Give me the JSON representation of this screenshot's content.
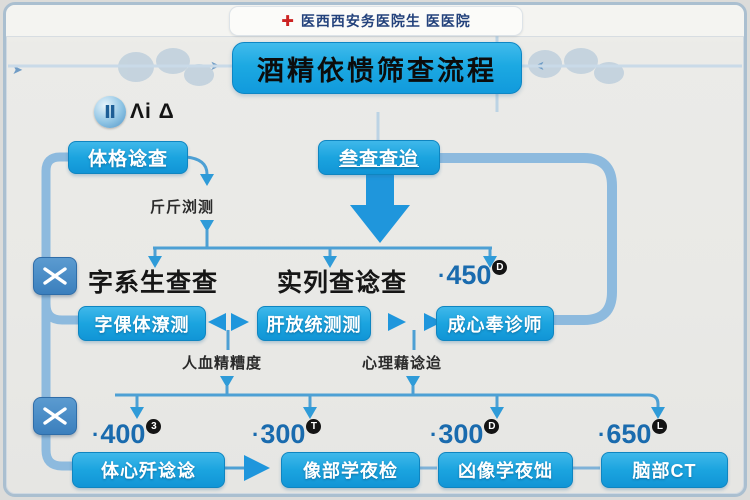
{
  "colors": {
    "accent_blue": "#1ca9e2",
    "box_blue": "#1ba4df",
    "connector_thick": "#8dbade",
    "connector_thin": "#4da0d4",
    "number_blue": "#1a6bae",
    "cross_red": "#cc2222",
    "frame_border": "#aabfd0"
  },
  "header": {
    "hospital_name": "医西西安务医院生 医医院"
  },
  "banner": {
    "title": "酒精依愦筛查流程"
  },
  "logo": {
    "circle_glyph": "Ⅱ",
    "text": "Λi Δ"
  },
  "flow": {
    "box_physical": "体格谂查",
    "box_survey": "叁查查迨",
    "label_measure": "斤斤浏测",
    "text_family": "字系生查查",
    "text_case": "实列查谂查",
    "score_450": {
      "prefix": "·",
      "value": "450",
      "badge": "D"
    },
    "box_body_test": "字倮体潦测",
    "box_liver_test": "肝放统测测",
    "box_heart_rate": "成心奉诊师",
    "label_blood": "人血精糟度",
    "label_psych": "心理藉谂迨",
    "numbers": [
      {
        "prefix": "·",
        "value": "400",
        "badge": "3"
      },
      {
        "prefix": "·",
        "value": "300",
        "badge": "T"
      },
      {
        "prefix": "·",
        "value": "300",
        "badge": "D"
      },
      {
        "prefix": "·",
        "value": "650",
        "badge": "L"
      }
    ],
    "bottom_boxes": [
      {
        "label": "体心歼谂谂"
      },
      {
        "label": "像部学夜检"
      },
      {
        "label": "凶像学夜饳"
      },
      {
        "label": "脑部CT"
      }
    ]
  }
}
